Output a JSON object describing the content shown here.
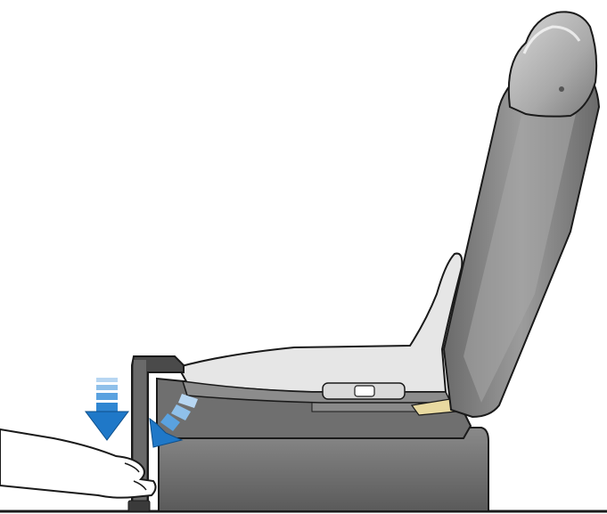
{
  "illustration": {
    "subject": "",
    "colors": {
      "background": "#ffffff",
      "seat_dark": "#5f5f5f",
      "seat_mid": "#7a7a7a",
      "seat_light": "#9a9a9a",
      "cushion_fill": "#e6e6e6",
      "outline": "#1a1a1a",
      "arrow_blue": "#1f78c8",
      "arrow_light": "#7fb6e6",
      "latch_yellow": "#e8d9a0",
      "hand_fill": "#ffffff"
    },
    "arrows": [
      {
        "name": "downward-push-arrow",
        "direction": "down"
      },
      {
        "name": "curved-rotate-arrow",
        "direction": "down-left"
      }
    ]
  }
}
